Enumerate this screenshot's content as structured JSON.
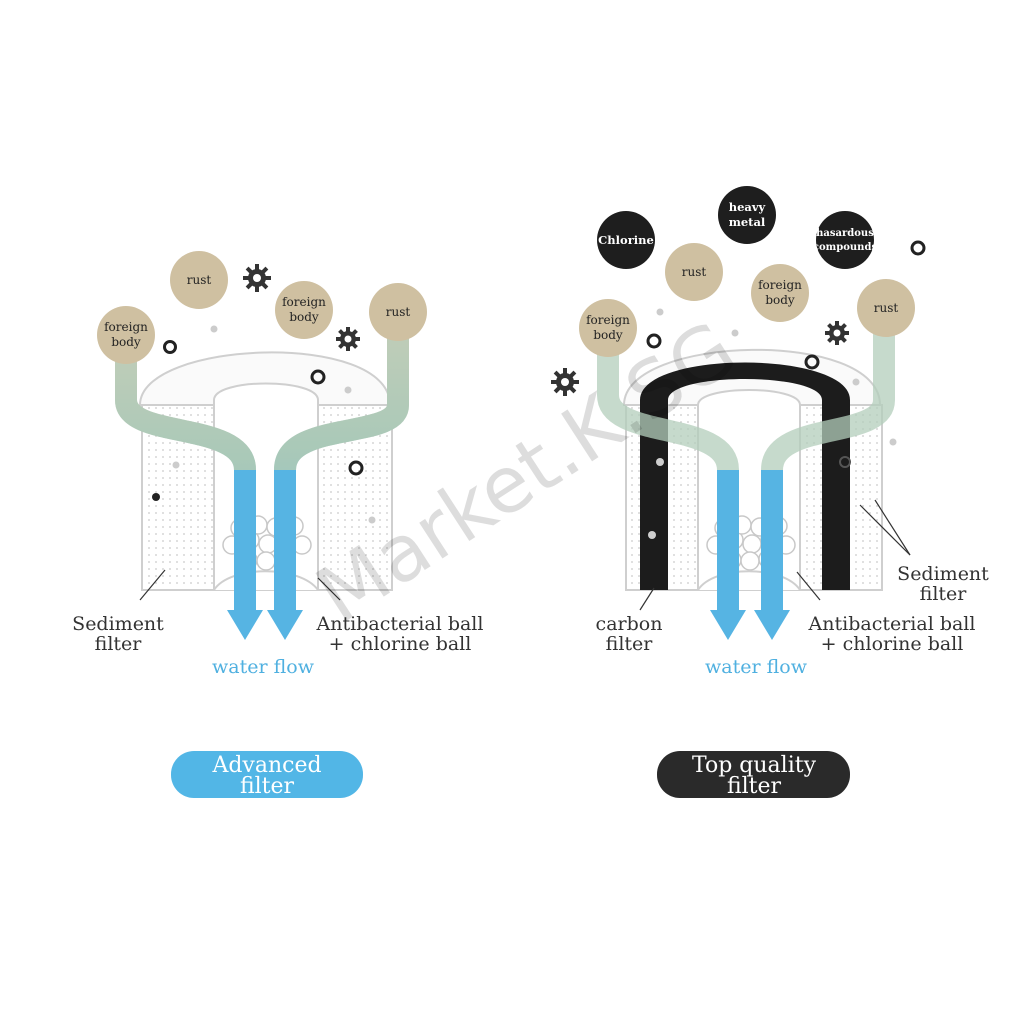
{
  "left_panel": {
    "contaminants": [
      {
        "lines": [
          "foreign",
          "body"
        ],
        "kind": "particle"
      },
      {
        "lines": [
          "rust"
        ],
        "kind": "particle"
      },
      {
        "lines": [
          "foreign",
          "body"
        ],
        "kind": "particle"
      },
      {
        "lines": [
          "rust"
        ],
        "kind": "particle"
      }
    ],
    "labels": {
      "sediment": [
        "Sediment",
        "filter"
      ],
      "antibacterial": [
        "Antibacterial ball",
        "+ chlorine ball"
      ]
    },
    "water_flow": "water flow",
    "badge": {
      "lines": [
        "Advanced",
        "filter"
      ],
      "color": "#52b6e6"
    }
  },
  "right_panel": {
    "contaminants": [
      {
        "lines": [
          "Chlorine"
        ],
        "kind": "chemical"
      },
      {
        "lines": [
          "heavy",
          "metal"
        ],
        "kind": "chemical"
      },
      {
        "lines": [
          "hasardous",
          "compounds"
        ],
        "kind": "chemical"
      },
      {
        "lines": [
          "rust"
        ],
        "kind": "particle"
      },
      {
        "lines": [
          "foreign",
          "body"
        ],
        "kind": "particle"
      },
      {
        "lines": [
          "foreign",
          "body"
        ],
        "kind": "particle"
      },
      {
        "lines": [
          "rust"
        ],
        "kind": "particle"
      }
    ],
    "labels": {
      "sediment": [
        "Sediment",
        "filter"
      ],
      "carbon": [
        "carbon",
        "filter"
      ],
      "antibacterial": [
        "Antibacterial ball",
        "+ chlorine ball"
      ]
    },
    "water_flow": "water flow",
    "badge": {
      "lines": [
        "Top quality",
        "filter"
      ],
      "color": "#2a2a2a"
    }
  },
  "colors": {
    "particle": "#cfc0a1",
    "chemical": "#1e1e1e",
    "flow_blue": "#4fb0e0",
    "flow_green": "#a9c7b5"
  },
  "watermark": "Market.K.SG"
}
